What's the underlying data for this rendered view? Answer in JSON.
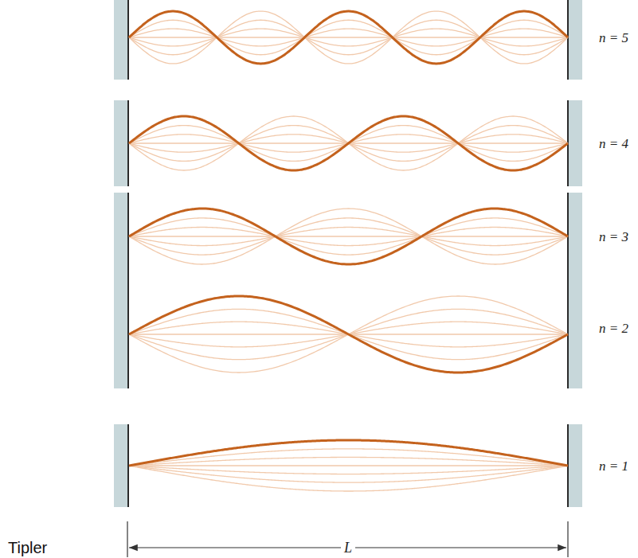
{
  "diagram": {
    "labels": [
      "n = 5",
      "n = 4",
      "n = 3",
      "n = 2",
      "n = 1",
      "L",
      "Tipler"
    ]
  }
}
